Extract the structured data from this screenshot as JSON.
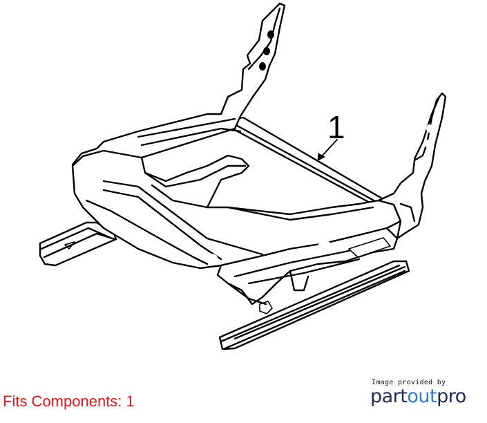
{
  "diagram": {
    "callout_label": "1"
  },
  "footer": {
    "fits_components": "Fits Components: 1"
  },
  "brand": {
    "provided_text": "Image provided by",
    "logo_part1": "part",
    "logo_part2": "out",
    "logo_part3": "pro",
    "color_text": "#e8141b",
    "color_brand_dark": "#1c2a5b",
    "color_brand_light": "#2c7fd0"
  }
}
